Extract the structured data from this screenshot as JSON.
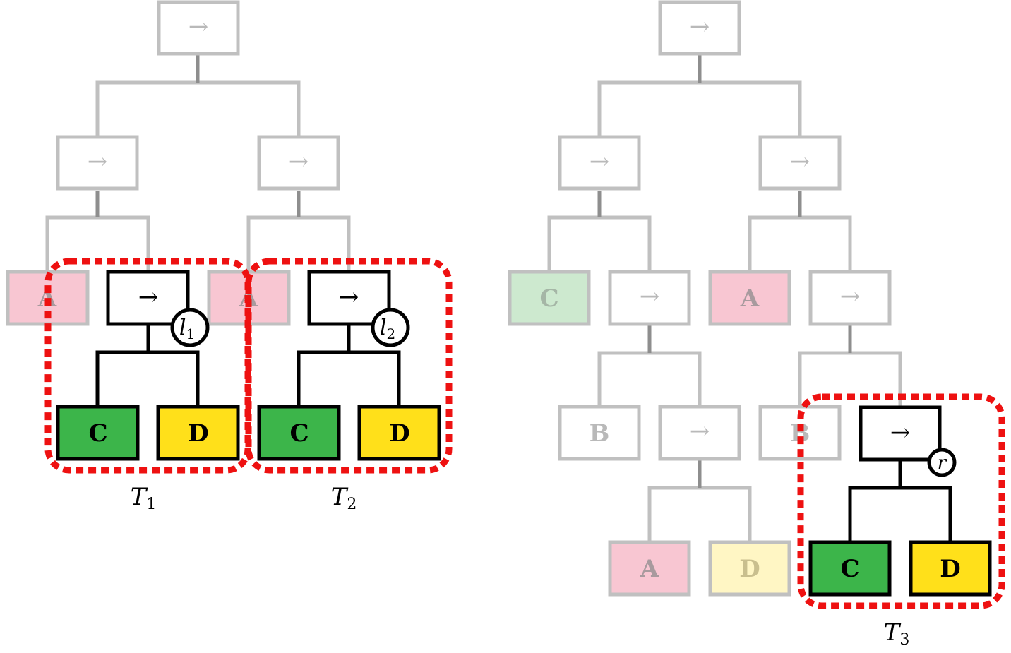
{
  "symbols": {
    "sequence": "→"
  },
  "colors": {
    "gray_stroke": "#c0c0c0",
    "gray_stem": "#8e8e8e",
    "gray_text": "#b9b9b9",
    "black": "#000000",
    "highlight_red": "#ee1111",
    "pink": "#f8c6d2",
    "pale_green": "#cde9cf",
    "pale_yellow": "#fff6c4",
    "green": "#3cb54a",
    "yellow": "#ffe01a"
  },
  "left_tree": {
    "leaves": {
      "a1": "A",
      "a2": "A"
    },
    "t1": {
      "c": "C",
      "d": "D",
      "circle": "l",
      "circle_sub": "1",
      "label": "T",
      "label_sub": "1"
    },
    "t2": {
      "c": "C",
      "d": "D",
      "circle": "l",
      "circle_sub": "2",
      "label": "T",
      "label_sub": "2"
    }
  },
  "right_tree": {
    "leaves": {
      "c": "C",
      "a": "A",
      "b1": "B",
      "b2": "B",
      "a2": "A",
      "d2": "D"
    },
    "t3": {
      "c": "C",
      "d": "D",
      "circle": "r",
      "label": "T",
      "label_sub": "3"
    }
  }
}
